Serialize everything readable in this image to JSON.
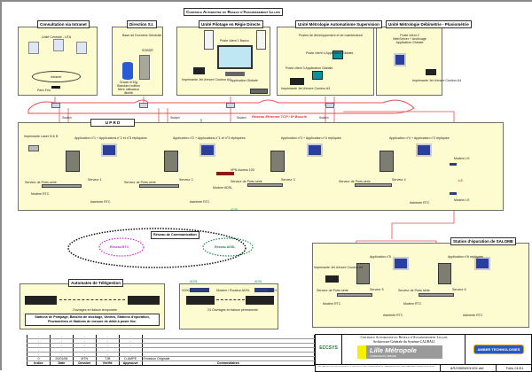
{
  "title": "Controle Automatise du Reseau d'Assainissement Lillois",
  "zones": {
    "consultation": {
      "title": "Consultation via Intranet",
      "subtitle": "Unité Centrale - UTA",
      "intranet": "Intranet",
      "firewall": "Pare-Feu"
    },
    "direction": {
      "title": "Direction S.I.",
      "subtitle": "Base de Données Générale",
      "server": "SGBDR",
      "db": "Oracle 9/10g Standard edition Nbre utilisateur illimité"
    },
    "pilotage": {
      "title": "Unité Pilotage en Régie Directe",
      "client": "Poste client 1 Banco",
      "printer": "Imprimante Jet d'encre Couleur A4",
      "app": "Application Globale"
    },
    "metrologie_auto": {
      "title": "Unité Métrologie Automatisme Supervision",
      "dev": "Postes de développement et de maintenance",
      "client4": "Poste client 4 Application Globale",
      "client3": "Poste client 3 Application Globale",
      "printer": "Imprimante Jet d'encre Couleur A3"
    },
    "metrologie_debit": {
      "title": "Unité Métrologie Débimétrie - Pluviométrie",
      "client2": "Poste client 2 WebServer + Archivage Application Globale",
      "printer": "Imprimante Jet d'encre Couleur A4"
    },
    "uprd": {
      "title": "U P R D",
      "printer": "Imprimante Laser N & B",
      "network_label": "Réseau Ethernet TCP / IP Bouclé",
      "switch": "Switch",
      "vpn": "VPN Access 100",
      "modem_adsl": "Modem ADSL",
      "adsl": "ADSL",
      "modem_ls": "Modem LS",
      "ls": "LS",
      "port_server": "Serveur de Ports série",
      "modem_rtc": "Modem RTC",
      "astreinte": "Astreinte RTC",
      "servers": [
        {
          "name": "Serveur 1",
          "apps": "Application n°1 + Applications n°2 et n°3 répliquées"
        },
        {
          "name": "Serveur 2",
          "apps": "Application n°2 + Applications n°1 et n°3 répliquées"
        },
        {
          "name": "Serveur 3",
          "apps": "Application n°3 + Application n°4 répliquée"
        },
        {
          "name": "Serveur 4",
          "apps": "Application n°4 + Application n°3 répliquée"
        }
      ]
    },
    "communication": {
      "title": "Réseau de Communication",
      "rtc": "Réseau RTC",
      "adsl": "Réseau ADSL"
    },
    "teletransmission": {
      "title": "Automates de Télégestion",
      "temp": "Ouvrages en liaison temporaire",
      "desc": "Stations de Pompage, Bassins de stockage, Vannes, Stations d'épuration, Pluviomètres et Stations de mesure de débit à poste fixe."
    },
    "adsl_sites": {
      "router": "Modem / Routeur ADSL",
      "perm": "24 Ouvrages en liaison permanente",
      "device": "X2001",
      "adsl": "ADSL"
    },
    "salome": {
      "title": "Station d'épuration de SALOME",
      "printer": "Imprimante Jet d'encre Couleur A4",
      "servers": [
        {
          "name": "Serveur 5",
          "apps": "Application n°5"
        },
        {
          "name": "Serveur 6",
          "apps": "Application n°6 répliquée"
        }
      ]
    }
  },
  "revision_table": {
    "columns": [
      "Indice",
      "Date",
      "Dessiné",
      "Vérifié",
      "Approuvé",
      "Commentaires"
    ],
    "rows": [
      [
        "-",
        "-",
        "-",
        "-",
        "-",
        "-"
      ],
      [
        "-",
        "-",
        "-",
        "-",
        "-",
        "-"
      ],
      [
        "-",
        "-",
        "-",
        "-",
        "-",
        "-"
      ],
      [
        "-",
        "-",
        "-",
        "-",
        "-",
        "-"
      ],
      [
        "-",
        "-",
        "-",
        "-",
        "-",
        "-"
      ],
      [
        "0",
        "20/01/06",
        "MTN",
        "TJB",
        "D.AMPE",
        "Emission Originale"
      ]
    ]
  },
  "cartouche": {
    "line1": "Controle Automatise du Reseau d'Assainissement Lillois",
    "line2": "Architecture Générale du Système CAURALI",
    "client": "Lille Métropole",
    "client_sub": "COMMUNAUTÉ URBAINE",
    "partner": "AMBER TECHNOLOGIES",
    "logo_left": "ECCSYS",
    "notice": "CE PLAN EST NOTRE PROPRIETE, IL NE PEUT ETRE COMMUNIQUE NI TRANSMIS A DES TIERS SANS AUTORISATION ECRITE",
    "file": "AR3395N001V01.dsf",
    "folio": "Folio 01/01"
  },
  "colors": {
    "zone": "#fdfbd0",
    "ethernet": "#e05050",
    "rtc": "#e020e0",
    "adsl": "#1a8a50"
  }
}
